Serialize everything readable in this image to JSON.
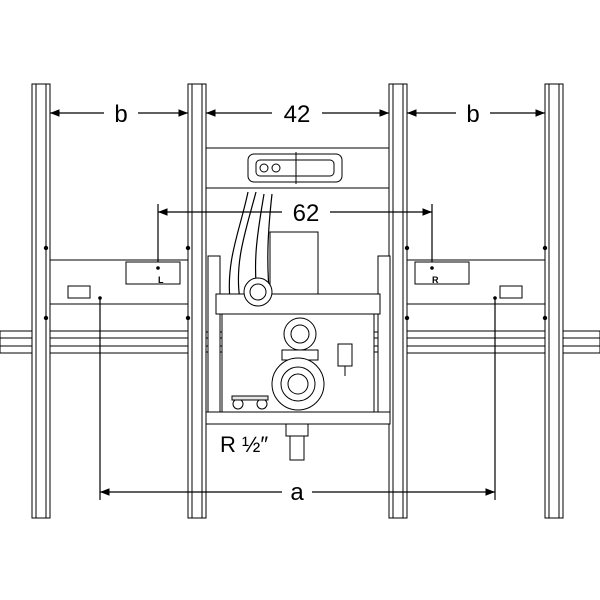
{
  "dimensions": {
    "b_left": "b",
    "center_width": "42",
    "b_right": "b",
    "connection_spacing": "62",
    "a_span": "a"
  },
  "labels": {
    "left_connection": "L",
    "right_connection": "R",
    "thread_size": "R ½″"
  },
  "colors": {
    "stroke": "#000000",
    "background": "#ffffff",
    "shade": "#e6e6e6"
  }
}
